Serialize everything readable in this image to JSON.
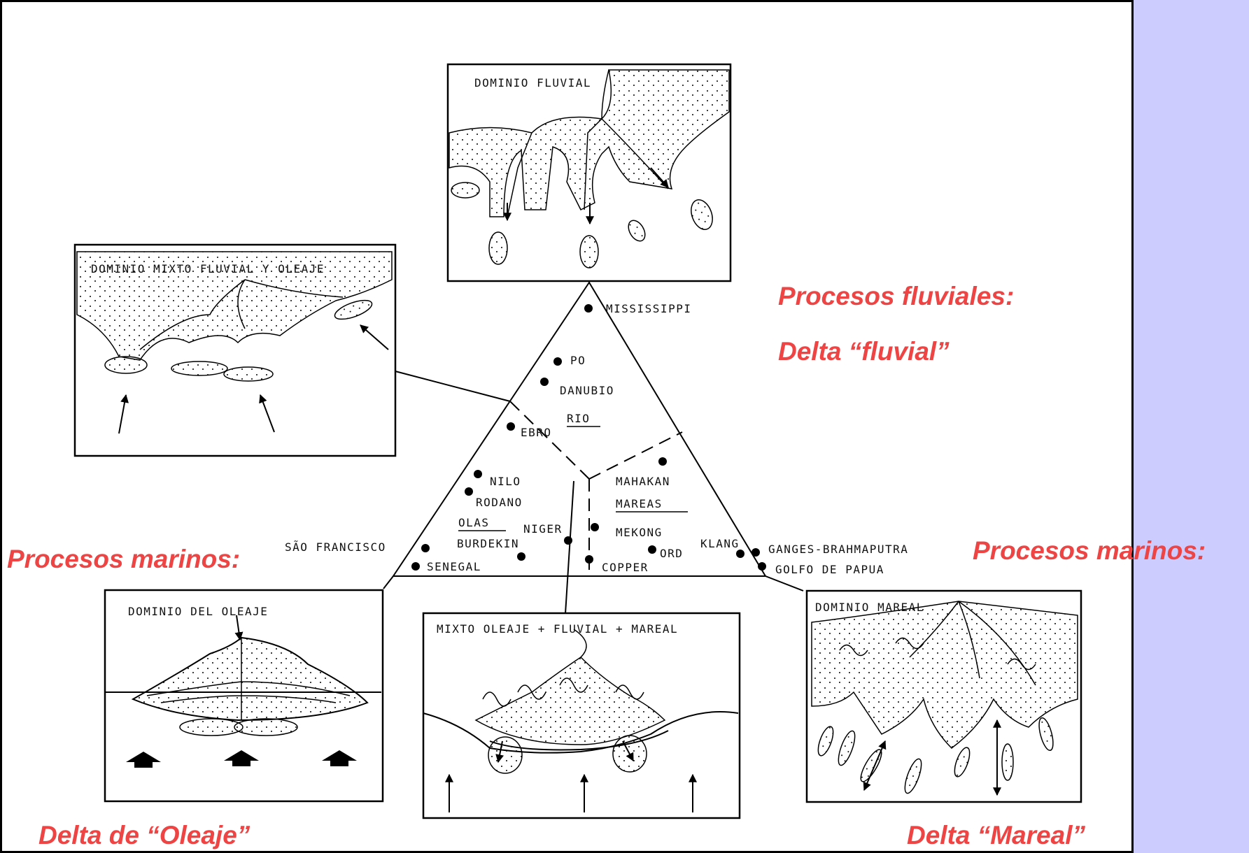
{
  "captions": {
    "fluvial_title": "Procesos fluviales:",
    "fluvial_sub": "Delta “fluvial”",
    "marine_left": "Procesos marinos:",
    "marine_right": "Procesos marinos:",
    "delta_oleaje": "Delta de “Oleaje”",
    "delta_mareal": "Delta “Mareal”"
  },
  "panels": {
    "fluvial": "DOMINIO FLUVIAL",
    "mixed_fluvial_wave": "DOMINIO MIXTO FLUVIAL Y OLEAJE",
    "wave": "DOMINIO DEL OLEAJE",
    "mixed_all": "MIXTO OLEAJE + FLUVIAL + MAREAL",
    "tidal": "DOMINIO MAREAL"
  },
  "fields": {
    "rio": "RIO",
    "olas": "OLAS",
    "mareas": "MAREAS"
  },
  "deltas": {
    "mississippi": "MISSISSIPPI",
    "po": "PO",
    "danubio": "DANUBIO",
    "ebro": "EBRO",
    "nilo": "NILO",
    "rodano": "RODANO",
    "burdekin": "BURDEKIN",
    "niger": "NIGER",
    "sao_francisco": "SÃO FRANCISCO",
    "senegal": "SENEGAL",
    "mahakan": "MAHAKAN",
    "mekong": "MEKONG",
    "ord": "ORD",
    "copper": "COPPER",
    "klang": "KLANG",
    "ganges": "GANGES-BRAHMAPUTRA",
    "papua": "GOLFO DE PAPUA"
  },
  "colors": {
    "background": "#ccccff",
    "slide": "#ffffff",
    "caption": "#ee4444"
  }
}
